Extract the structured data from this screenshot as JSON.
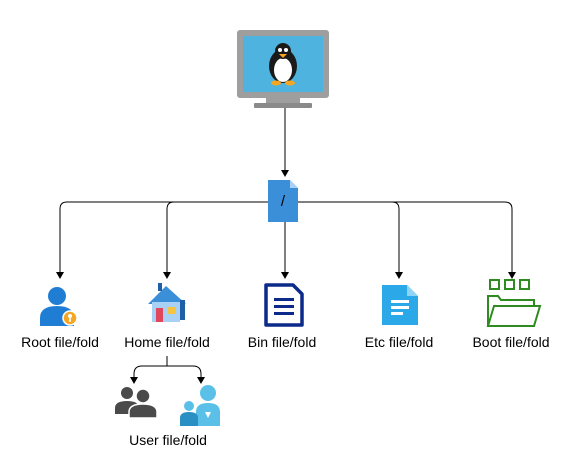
{
  "root": {
    "symbol": "/",
    "icon": "document-icon"
  },
  "computer": {
    "icon": "linux-monitor-icon"
  },
  "children": [
    {
      "label": "Root file/fold",
      "icon": "admin-user-icon"
    },
    {
      "label": "Home file/fold",
      "icon": "home-icon"
    },
    {
      "label": "Bin file/fold",
      "icon": "document-lines-icon"
    },
    {
      "label": "Etc file/fold",
      "icon": "file-icon"
    },
    {
      "label": "Boot file/fold",
      "icon": "boot-folder-icon"
    }
  ],
  "home_sub": {
    "label": "User file/fold",
    "icons": [
      "users-group-icon",
      "users-azure-icon"
    ]
  },
  "colors": {
    "connector": "#000000",
    "monitor_frame": "#9e9e9e",
    "monitor_screen": "#4fb3e0",
    "document_blue": "#3b8fd9",
    "admin_blue": "#1f7ed4",
    "key_orange": "#f5a623",
    "bin_navy": "#0b2a8a",
    "etc_blue": "#2aa8e8",
    "boot_green": "#2e8b1f",
    "group_gray": "#4a4a4a",
    "azure_users": "#5bc0e8"
  }
}
